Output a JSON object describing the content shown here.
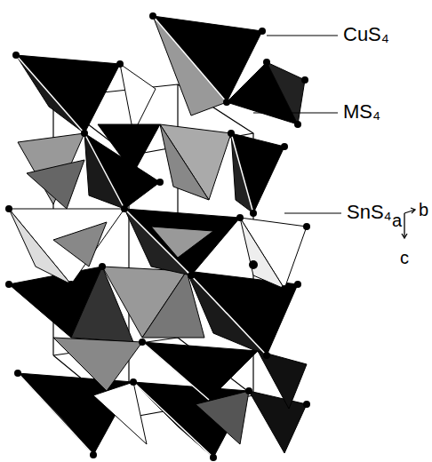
{
  "diagram": {
    "labels": [
      "CuS₄",
      "MS₄",
      "SnS₄",
      "a",
      "b",
      "c"
    ]
  }
}
